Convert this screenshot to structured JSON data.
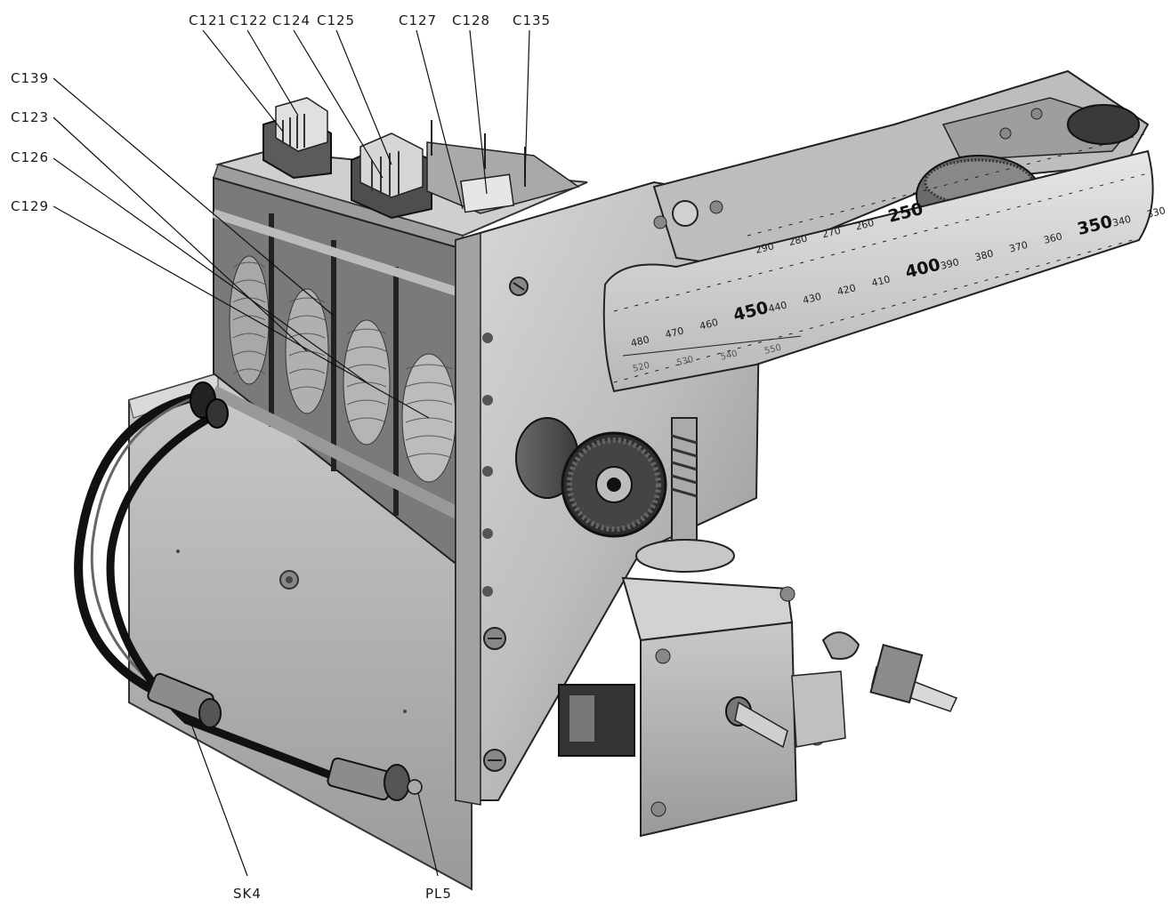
{
  "callouts": {
    "c121": "C121",
    "c122": "C122",
    "c124": "C124",
    "c125": "C125",
    "c127": "C127",
    "c128": "C128",
    "c135": "C135",
    "c139": "C139",
    "c123": "C123",
    "c126": "C126",
    "c129": "C129",
    "sk4": "SK4",
    "pl5": "PL5"
  },
  "dial_scale": {
    "upper_band": [
      "250",
      "260",
      "270",
      "280",
      "290"
    ],
    "main_band": [
      "480",
      "470",
      "460",
      "450",
      "440",
      "430",
      "420",
      "410",
      "400",
      "390",
      "380",
      "370",
      "360",
      "350",
      "340",
      "330"
    ],
    "sub_band": [
      "520",
      "530",
      "540",
      "550"
    ]
  }
}
